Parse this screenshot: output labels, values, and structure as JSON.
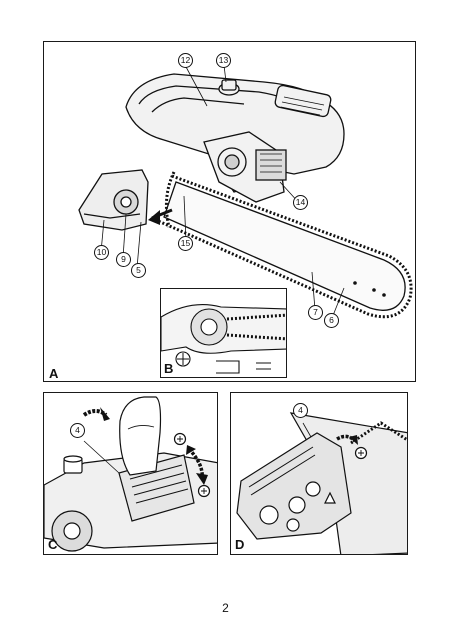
{
  "panels": {
    "a": {
      "label": "A"
    },
    "b": {
      "label": "B"
    },
    "c": {
      "label": "C"
    },
    "d": {
      "label": "D"
    }
  },
  "callouts": {
    "c12": "12",
    "c13": "13",
    "c14": "14",
    "c15": "15",
    "c10": "10",
    "c9": "9",
    "c5": "5",
    "c7": "7",
    "c6": "6",
    "c4_c": "4",
    "c4_d": "4"
  },
  "page_number": "2"
}
